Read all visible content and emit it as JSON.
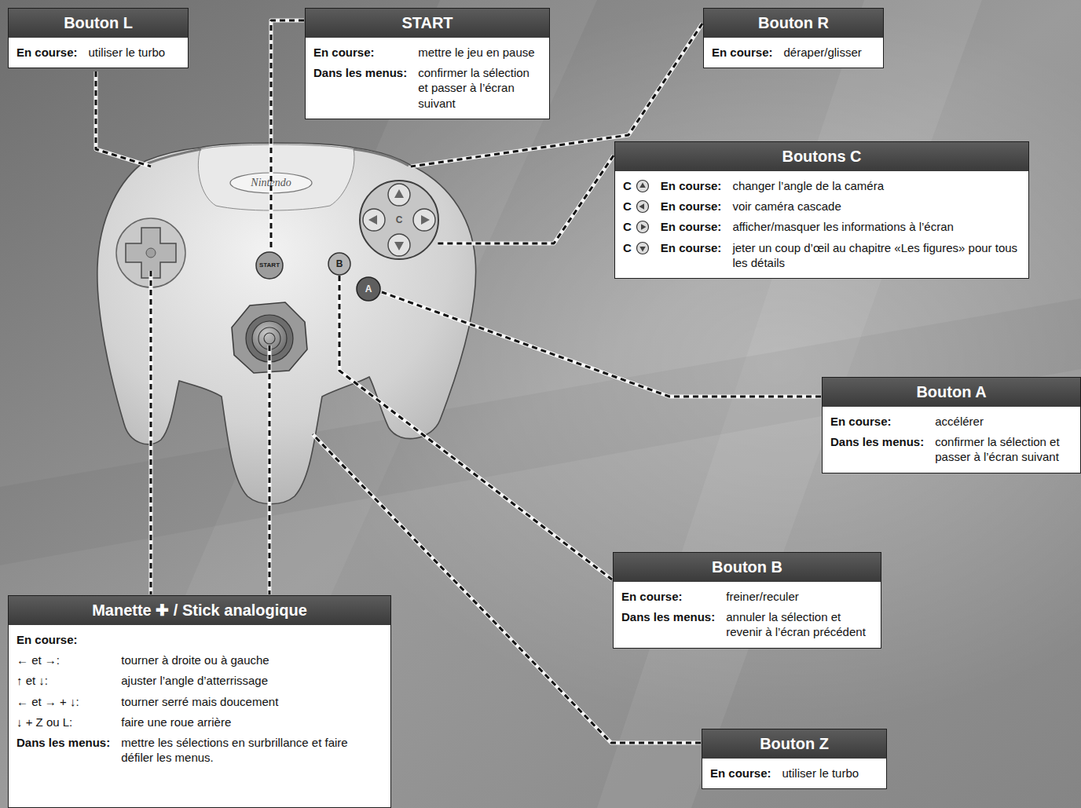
{
  "diagram": {
    "nodes": [
      {
        "text": [
          "Bouton L",
          "En course:",
          "utiliser le turbo"
        ]
      },
      {
        "text": [
          "START",
          "En course:",
          "mettre le jeu en pause",
          "Dans les menus:",
          "confirmer la sélection et passer à l’écran suivant"
        ]
      },
      {
        "text": [
          "Bouton R",
          "En course:",
          "déraper/glisser"
        ]
      },
      {
        "text": [
          "Boutons C",
          "C",
          "En course:",
          "changer l’angle de la caméra",
          "C",
          "En course:",
          "voir caméra cascade",
          "C",
          "En course:",
          "afficher/masquer les informations à l’écran",
          "C",
          "En course:",
          "jeter un coup d’œil au chapitre «Les figures» pour tous les détails"
        ]
      },
      {
        "text": [
          "Bouton A",
          "En course:",
          "accélérer",
          "Dans les menus:",
          "confirmer la sélection et passer à l’écran suivant"
        ]
      },
      {
        "text": [
          "Bouton B",
          "En course:",
          "freiner/reculer",
          "Dans les menus:",
          "annuler la sélection et revenir à l’écran précédent"
        ]
      },
      {
        "text": [
          "Manette ✚ / Stick analogique",
          "En course:",
          "← et →:",
          "tourner à droite ou à gauche",
          "↑ et ↓:",
          "ajuster l’angle d’atterrissage",
          "← et → + ↓:",
          "tourner serré mais doucement",
          "↓ + Z ou L:",
          "faire une roue arrière",
          "Dans les menus:",
          "mettre les sélections en surbrillance et faire défiler les menus."
        ]
      },
      {
        "text": [
          "Bouton Z",
          "En course:",
          "utiliser le turbo"
        ]
      }
    ],
    "labels": [
      "Nintendo",
      "START",
      "B",
      "A",
      "C"
    ]
  }
}
